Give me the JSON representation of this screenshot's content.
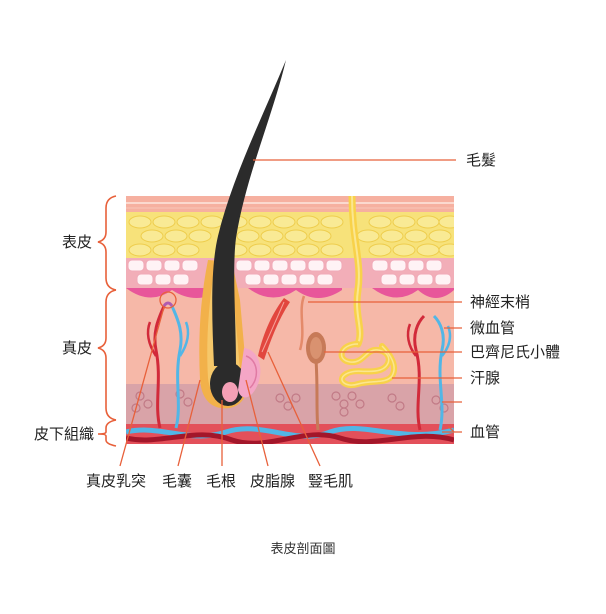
{
  "diagram": {
    "caption": "表皮剖面圖",
    "layers": {
      "epidermis": "表皮",
      "dermis": "真皮",
      "subcutaneous": "皮下組織"
    },
    "right_labels": {
      "hair": "毛髮",
      "nerve_ending": "神經末梢",
      "capillary": "微血管",
      "pacinian_corpuscle": "巴齊尼氏小體",
      "sweat_gland": "汗腺",
      "blood_vessel": "血管"
    },
    "bottom_labels": {
      "dermal_papilla": "真皮乳突",
      "hair_follicle": "毛囊",
      "hair_root": "毛根",
      "sebaceous_gland": "皮脂腺",
      "arrector_pili": "豎毛肌"
    },
    "colors": {
      "leader_line": "#e8603a",
      "bracket": "#e8603a",
      "hair": "#2b2b2b",
      "fat_layer": "#f7e27a",
      "dermis": "#f6b6a6",
      "subcutaneous": "#d9a3a8",
      "artery": "#d22a3a",
      "vein": "#52b6e6",
      "sweat_duct": "#f8d24a"
    }
  }
}
